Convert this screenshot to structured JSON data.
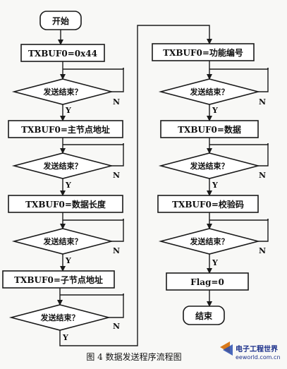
{
  "flowchart": {
    "start": "开始",
    "end": "结束",
    "decision": "发送结束？",
    "yes": "Y",
    "no": "N",
    "left_steps": [
      "TXBUF0=0x44",
      "TXBUF0=主节点地址",
      "TXBUF0=数据长度",
      "TXBUF0=子节点地址"
    ],
    "right_steps": [
      "TXBUF0=功能编号",
      "TXBUF0=数据",
      "TXBUF0=校验码",
      "Flag=0"
    ]
  },
  "caption": "图 4  数据发送程序流程图",
  "watermark": {
    "line1": "电子工程世界",
    "line2": "eeworld.com.cn"
  }
}
